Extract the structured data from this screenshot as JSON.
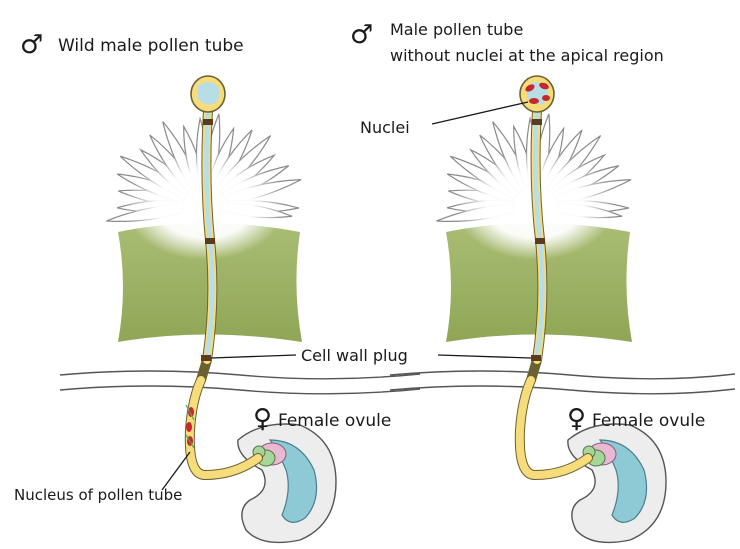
{
  "left_panel": {
    "title_symbol": "♂",
    "title": "Wild male pollen tube",
    "female_symbol": "♀",
    "female_label": "Female ovule",
    "nucleus_label": "Nucleus of pollen tube"
  },
  "right_panel": {
    "title_symbol": "♂",
    "title_line1": "Male pollen tube",
    "title_line2": "without nuclei at the apical region",
    "female_symbol": "♀",
    "female_label": "Female ovule",
    "nuclei_label": "Nuclei"
  },
  "shared": {
    "plug_label": "Cell wall plug"
  },
  "colors": {
    "petal_fill": "#ffffff",
    "petal_stroke": "#8a8a8a",
    "style_green": "#93ab5b",
    "tube_blue": "#b7dde7",
    "tube_yellow": "#f6dc7a",
    "tube_outline": "#6b6130",
    "plug_brown": "#5b3a1e",
    "nucleus_red": "#c8262c",
    "ovule_blue": "#8ec9d6",
    "ovule_gray": "#ededed",
    "cell_green": "#a7d59a",
    "cell_pink": "#e9b9d4"
  }
}
